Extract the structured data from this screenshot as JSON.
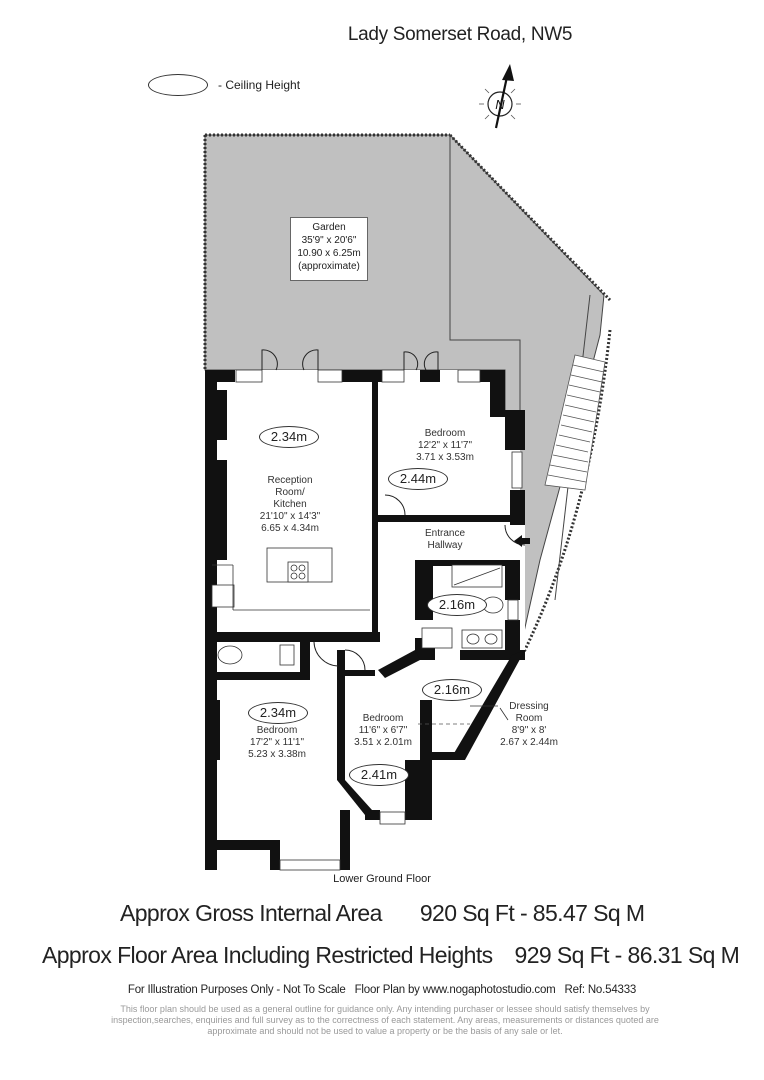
{
  "header": {
    "title": "Lady Somerset Road, NW5",
    "legend": {
      "icon": "oval-icon",
      "label": "- Ceiling Height"
    },
    "compass": {
      "icon": "north-compass-icon",
      "letter": "N"
    }
  },
  "rooms": {
    "garden": {
      "name": "Garden",
      "imperial": "35'9\" x 20'6\"",
      "metric": "10.90 x 6.25m",
      "note": "(approximate)"
    },
    "reception": {
      "name_line1": "Reception",
      "name_line2": "Room/",
      "name_line3": "Kitchen",
      "imperial": "21'10\" x 14'3\"",
      "metric": "6.65 x 4.34m",
      "ceiling": "2.34m"
    },
    "bedroom_ne": {
      "name": "Bedroom",
      "imperial": "12'2\" x 11'7\"",
      "metric": "3.71 x 3.53m",
      "ceiling": "2.44m"
    },
    "hallway": {
      "name_line1": "Entrance",
      "name_line2": "Hallway"
    },
    "bathroom": {
      "ceiling": "2.16m"
    },
    "dressing": {
      "name_line1": "Dressing",
      "name_line2": "Room",
      "imperial": "8'9\" x 8'",
      "metric": "2.67 x 2.44m",
      "ceiling": "2.16m"
    },
    "bedroom_sw": {
      "name": "Bedroom",
      "imperial": "17'2\" x 11'1\"",
      "metric": "5.23 x 3.38m",
      "ceiling": "2.34m"
    },
    "bedroom_s": {
      "name": "Bedroom",
      "imperial": "11'6\" x 6'7\"",
      "metric": "3.51 x 2.01m",
      "ceiling": "2.41m"
    }
  },
  "floor_name": "Lower Ground Floor",
  "areas": {
    "gross": {
      "label": "Approx Gross Internal Area",
      "sqft": "920 Sq Ft",
      "sep": " - ",
      "sqm": "85.47 Sq M"
    },
    "restricted": {
      "label": "Approx Floor Area Including Restricted Heights",
      "sqft": "929 Sq Ft",
      "sep": " - ",
      "sqm": "86.31 Sq M"
    }
  },
  "footer": {
    "line": "For Illustration Purposes Only - Not To Scale   Floor Plan by www.nogaphotostudio.com   Ref: No.54333",
    "disclaimer": "This floor plan should be used as a general outline for guidance only. Any intending purchaser or lessee should satisfy themselves by inspection,searches, enquiries and full survey as to the correctness of each statement. Any areas, measurements or distances quoted are approximate and should not be used to value a property or be the basis of any sale or let."
  },
  "colors": {
    "garden": "#c0c0c0",
    "wall": "#111111",
    "background": "#ffffff"
  }
}
